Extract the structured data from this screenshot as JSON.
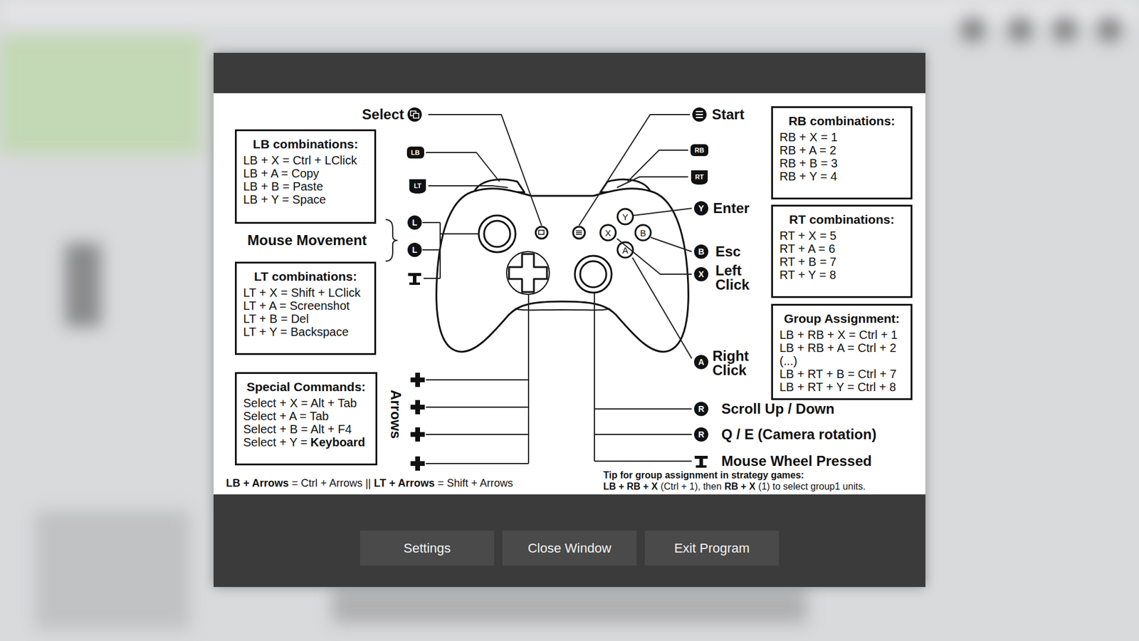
{
  "diagram": {
    "nodes": [
      {
        "text": [
          "LB combinations:",
          "LB + X = Ctrl + LClick",
          "LB + A = Copy",
          "LB + B = Paste",
          "LB + Y = Space"
        ]
      },
      {
        "text": [
          "LT combinations:",
          "LT + X = Shift + LClick",
          "LT + A = Screenshot",
          "LT + B = Del",
          "LT + Y = Backspace"
        ]
      },
      {
        "text": [
          "Special Commands:",
          "Select + X = Alt + Tab",
          "Select + A = Tab",
          "Select + B = Alt + F4",
          "Select + Y =",
          "Keyboard"
        ]
      },
      {
        "text": [
          "RB combinations:",
          "RB + X = 1",
          "RB + A = 2",
          "RB + B = 3",
          "RB + Y = 4"
        ]
      },
      {
        "text": [
          "RT combinations:",
          "RT + X = 5",
          "RT + A = 6",
          "RT + B = 7",
          "RT + Y = 8"
        ]
      },
      {
        "text": [
          "Group Assignment:",
          "LB + RB + X = Ctrl + 1",
          "LB + RB + A = Ctrl + 2",
          "(...)",
          "LB + RT + B = Ctrl + 7",
          "LB + RT + Y = Ctrl + 8"
        ]
      },
      {
        "text": [
          "Settings"
        ]
      },
      {
        "text": [
          "Close Window"
        ]
      },
      {
        "text": [
          "Exit Program"
        ]
      }
    ],
    "labels": [
      "Select",
      "Start",
      "LB",
      "LT",
      "RB",
      "RT",
      "L",
      "L",
      "Mouse Movement",
      "Y",
      "Enter",
      "B",
      "Esc",
      "X",
      "Left Click",
      "Y",
      "X",
      "B",
      "A",
      "A",
      "Right Click",
      "Arrows",
      "R",
      "Scroll Up / Down",
      "R",
      "Q / E (Camera rotation)",
      "Mouse Wheel Pressed",
      "LB + Arrows",
      "= Ctrl + Arrows ||",
      "LT + Arrows",
      "= Shift + Arrows",
      "Tip for group assignment in strategy games:",
      "LB + RB + X",
      "(Ctrl + 1), then",
      "RB + X",
      "(1) to select group1 units."
    ]
  }
}
